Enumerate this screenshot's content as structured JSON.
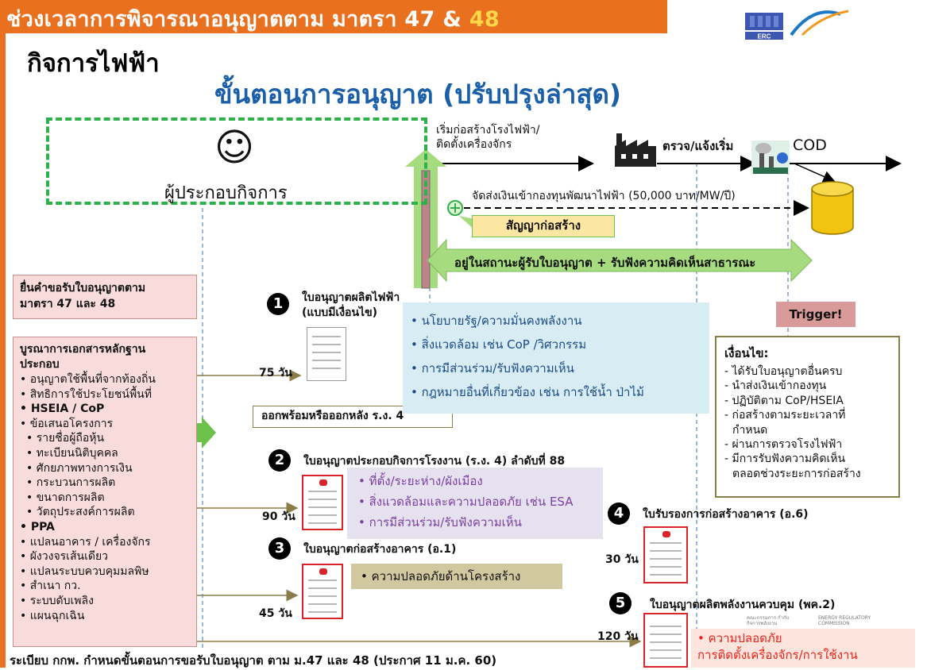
{
  "header": {
    "title_main": "ช่วงเวลาการพิจารณาอนุญาตตาม มาตรา 47 & ",
    "title_highlight": "48",
    "logo_text": "ERC"
  },
  "section_title": "กิจการไฟฟ้า",
  "main_title": "ขั้นตอนการอนุญาต (ปรับปรุงล่าสุด)",
  "operator": {
    "smiley": "☺",
    "label": "ผู้ประกอบกิจการ"
  },
  "timeline": {
    "start_label_1": "เริ่มก่อสร้างโรงไฟฟ้า/",
    "start_label_2": "ติดตั้งเครื่องจักร",
    "inspect_label": "ตรวจ/แจ้งเริ่ม",
    "cod_label": "COD",
    "fund_label": "จัดส่งเงินเข้ากองทุนพัฒนาไฟฟ้า (50,000 บาท/MW/ปี)",
    "contract_label": "สัญญาก่อสร้าง",
    "status_label": "อยู่ในสถานะผู้รับใบอนุญาต + รับฟังความคิดเห็นสาธารณะ"
  },
  "application_box": {
    "line1": "ยื่นคำขอรับใบอนุญาตตาม",
    "line2": "มาตรา 47 และ 48"
  },
  "documents_box": {
    "title_1": "บูรณาการเอกสารหลักฐาน",
    "title_2": "ประกอบ",
    "items": [
      "• อนุญาตใช้พื้นที่จากท้องถิ่น",
      "• สิทธิการใช้ประโยชน์พื้นที่",
      "• HSEIA / CoP",
      "• ข้อเสนอโครงการ",
      "  • รายชื่อผู้ถือหุ้น",
      "  • ทะเบียนนิติบุคคล",
      "  • ศักยภาพทางการเงิน",
      "  • กระบวนการผลิต",
      "  • ขนาดการผลิต",
      "  • วัตถุประสงค์การผลิต",
      "• PPA",
      "• แปลนอาคาร / เครื่องจักร",
      "• ผังวงจรเส้นเดียว",
      "• แปลนระบบควบคุมมลพิษ",
      "• สำเนา กว.",
      "• ระบบดับเพลิง",
      "• แผนฉุกเฉิน"
    ]
  },
  "step1": {
    "number": "1",
    "title_1": "ใบอนุญาตผลิตไฟฟ้า",
    "title_2": "(แบบมีเงื่อนไข)",
    "days": "75 วัน",
    "issue_note": "ออกพร้อมหรือออกหลัง ร.ง. 4",
    "policy_items": [
      "• นโยบายรัฐ/ความมั่นคงพลังงาน",
      "• สิ่งแวดล้อม เช่น CoP /วิศวกรรม",
      "• การมีส่วนร่วม/รับฟังความเห็น",
      "• กฎหมายอื่นที่เกี่ยวข้อง เช่น การใช้น้ำ ป่าไม้"
    ]
  },
  "step2": {
    "number": "2",
    "title": "ใบอนุญาตประกอบกิจการโรงงาน (ร.ง. 4) ลำดับที่ 88",
    "days": "90 วัน",
    "items": [
      "• ที่ตั้ง/ระยะห่าง/ผังเมือง",
      "• สิ่งแวดล้อมและความปลอดภัย เช่น ESA",
      "• การมีส่วนร่วม/รับฟังความเห็น"
    ]
  },
  "step3": {
    "number": "3",
    "title": "ใบอนุญาตก่อสร้างอาคาร (อ.1)",
    "days": "45 วัน",
    "item": "• ความปลอดภัยด้านโครงสร้าง"
  },
  "step4": {
    "number": "4",
    "title": "ใบรับรองการก่อสร้างอาคาร (อ.6)",
    "days": "30 วัน"
  },
  "step5": {
    "number": "5",
    "title": "ใบอนุญาตผลิตพลังงานควบคุม (พค.2)",
    "days": "120 วัน",
    "letterhead_left": "คณะกรรมการ กำกับกิจการพลังงาน",
    "letterhead_right": "ENERGY REGULATORY COMMISSION",
    "item_1": "• ความปลอดภัย",
    "item_2": "การติดตั้งเครื่องจักร/การใช้งาน"
  },
  "trigger": "Trigger!",
  "conditions": {
    "title": "เงื่อนไข:",
    "items": [
      "- ได้รับใบอนุญาตอื่นครบ",
      "- นำส่งเงินเข้ากองทุน",
      "- ปฏิบัติตาม CoP/HSEIA",
      "- ก่อสร้างตามระยะเวลาที่",
      "  กำหนด",
      "- ผ่านการตรวจโรงไฟฟ้า",
      "- มีการรับฟังความคิดเห็น",
      "  ตลอดช่วงระยะการก่อสร้าง"
    ]
  },
  "footer": "ระเบียบ กกพ. กำหนดขั้นตอนการขอรับใบอนุญาต ตาม ม.47 และ 48 (ประกาศ 11 ม.ค. 60)",
  "colors": {
    "header_orange": "#e8701e",
    "title_blue": "#1a5fa8",
    "operator_green": "#2eb14b",
    "status_green": "#a6dc7f",
    "fund_yellow": "#f2c40f",
    "step5_red": "#e8251c"
  }
}
